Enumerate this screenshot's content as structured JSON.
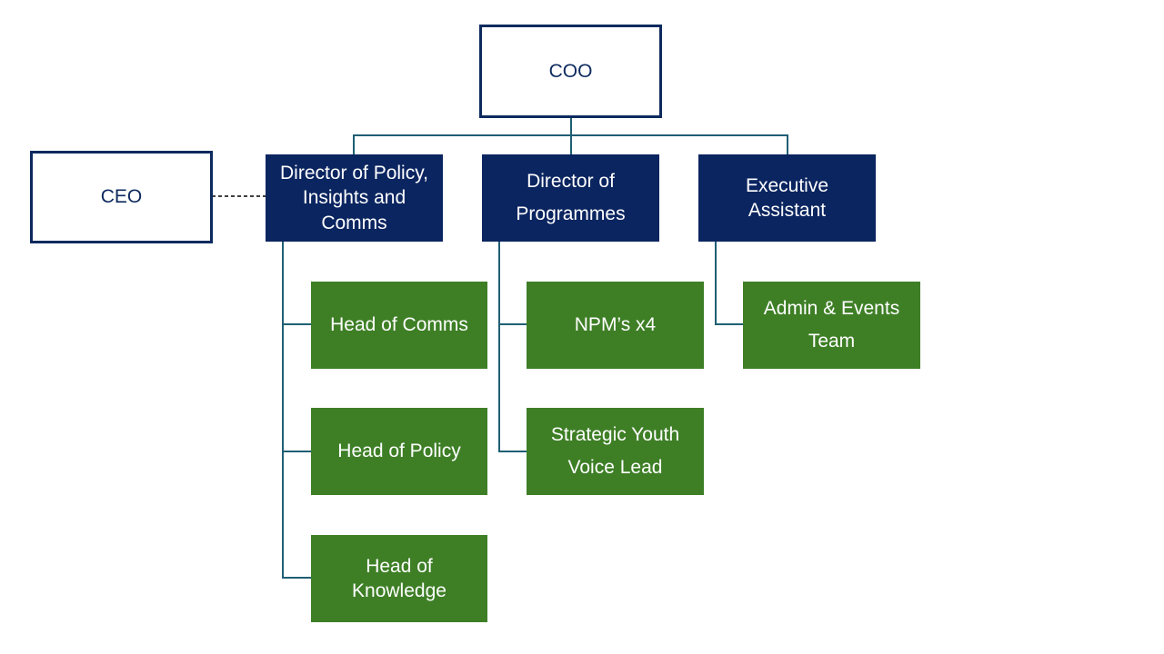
{
  "colors": {
    "navy": "#0b2560",
    "outline": "#0d2a5e",
    "green": "#3e7f26",
    "connector": "#1f5f73"
  },
  "top": {
    "coo": "COO",
    "ceo": "CEO"
  },
  "directors": {
    "policy": "Director of Policy,\nInsights and\nComms",
    "programmes": "Director of\nProgrammes",
    "exec_assistant": "Executive\nAssistant"
  },
  "teams": {
    "head_comms": "Head of Comms",
    "head_policy": "Head of Policy",
    "head_knowledge": "Head of\nKnowledge",
    "npms": "NPM’s x4",
    "youth_voice": "Strategic Youth\nVoice Lead",
    "admin_events": "Admin & Events\nTeam"
  }
}
